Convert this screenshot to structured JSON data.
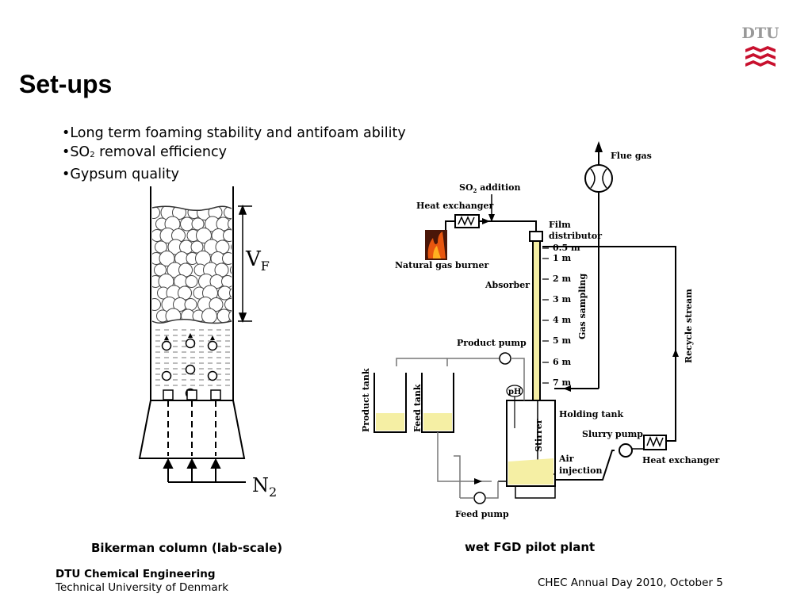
{
  "logo": {
    "text": "DTU",
    "color": "#c8102e",
    "text_color": "#999999"
  },
  "slide": {
    "title": "Set-ups"
  },
  "bullets": {
    "b1": "Long term foaming stability and antifoam ability",
    "b2_pre": "SO",
    "b2_sub": "2",
    "b2_post": " removal efficiency",
    "b3": "Gypsum quality"
  },
  "bikerman": {
    "vf_main": "V",
    "vf_sub": "F",
    "n2_main": "N",
    "n2_sub": "2",
    "caption": "Bikerman column (lab-scale)"
  },
  "fgd": {
    "caption": "wet FGD pilot plant",
    "flue_gas": "Flue gas",
    "so2_addition_pre": "SO",
    "so2_addition_sub": "2",
    "so2_addition_post": " addition",
    "heat_exchanger_top": "Heat exchanger",
    "natural_gas_burner": "Natural gas burner",
    "film": "Film",
    "distributor": "distributor",
    "absorber": "Absorber",
    "gas_sampling": "Gas sampling",
    "heights": [
      "0.5 m",
      "1 m",
      "2 m",
      "3 m",
      "4 m",
      "5 m",
      "6 m",
      "7 m"
    ],
    "recycle_stream": "Recycle stream",
    "product_pump": "Product pump",
    "product_tank": "Product tank",
    "feed_tank": "Feed tank",
    "ph": "pH",
    "holding_tank": "Holding tank",
    "slurry_pump": "Slurry pump",
    "heat_exchanger_bottom": "Heat exchanger",
    "stirrer": "Stirrer",
    "air": "Air",
    "injection": "injection",
    "feed_pump": "Feed pump",
    "liquid_color": "#f5efa4",
    "flame_color": "#e8560f"
  },
  "footer": {
    "dept": "DTU Chemical Engineering",
    "university": "Technical University of Denmark",
    "event": "CHEC Annual Day 2010, October 5"
  }
}
